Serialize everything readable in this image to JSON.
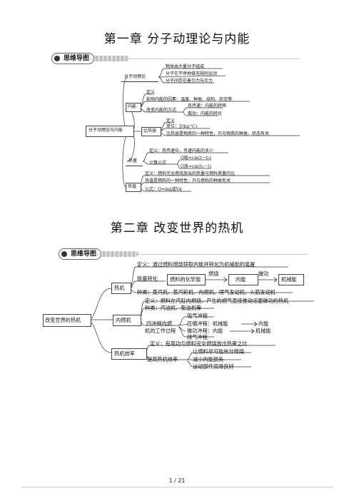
{
  "chapter1": {
    "title": "第一章  分子动理论与内能",
    "badge": "思维导图",
    "root": "分子动理论与内能",
    "b1": {
      "label": "分子动理论",
      "items": [
        "物体由大量分子组成",
        "分子在不停地做无规则运动",
        "分子间存在着引力与斥力"
      ]
    },
    "b2": {
      "label": "内能",
      "def": "定义",
      "factors": "影响内能的因素：温度、种类、结构、状态等",
      "ways": "改变内能的方式",
      "way1": "热传递：内能的转移",
      "way2": "做功：内能的转化"
    },
    "b3": {
      "label": "比热容",
      "def": "定义",
      "unit": "单位：J/(kg·℃)",
      "prop": "比热容是物质的一种特性，只与物质的种类、状态有关"
    },
    "b4": {
      "label": "热量",
      "def": "定义：热传递中，传递内能的多少",
      "calc": "计算公式",
      "f1": "Q吸=cm(t－t₀)",
      "f2": "Q放=cm(t₀－t)"
    },
    "b5": {
      "label": "热值",
      "def": "定义：燃料完全燃烧放出的热量与燃料质量的比",
      "prop": "热值是燃料的一种特性，只与燃料的种类有关",
      "formula": "公式：Q=mq或Vq"
    }
  },
  "chapter2": {
    "title": "第二章  改变世界的热机",
    "badge": "思维导图",
    "root": "改变世界的热机",
    "b1": {
      "label": "热机",
      "def": "定义：通过燃料燃烧获取内能并转化为机械能的装置",
      "conv": "能量转化",
      "e1": "燃料的化学能",
      "a1": "燃烧",
      "e2": "内能",
      "a2": "做功",
      "e3": "机械能",
      "types": "种类：蒸汽机、蒸汽轮机、内燃机、喷气发动机、火箭发动机"
    },
    "b2": {
      "label": "内燃机",
      "def": "定义：燃料在汽缸内燃烧，产生的燃气直接推动活塞做功的热机",
      "types": "种类：汽油机、柴油机等",
      "cycle1": "四冲程内燃",
      "cycle2": "机的工作过程",
      "s1": "吸气冲程",
      "s2": "压缩冲程：机械能",
      "s2b": "内能",
      "s3": "做功冲程：内能",
      "s3b": "机械能",
      "s4": "排气冲程"
    },
    "b3": {
      "label": "热机效率",
      "def": "定义：有用功与燃料完全燃烧放出热量之比",
      "improve": "提高热机效率",
      "i1": "让燃料尽可能充分燃烧",
      "i2": "减小内能损失",
      "i3": "运动部件润滑良好"
    }
  },
  "footer": "1 / 21"
}
